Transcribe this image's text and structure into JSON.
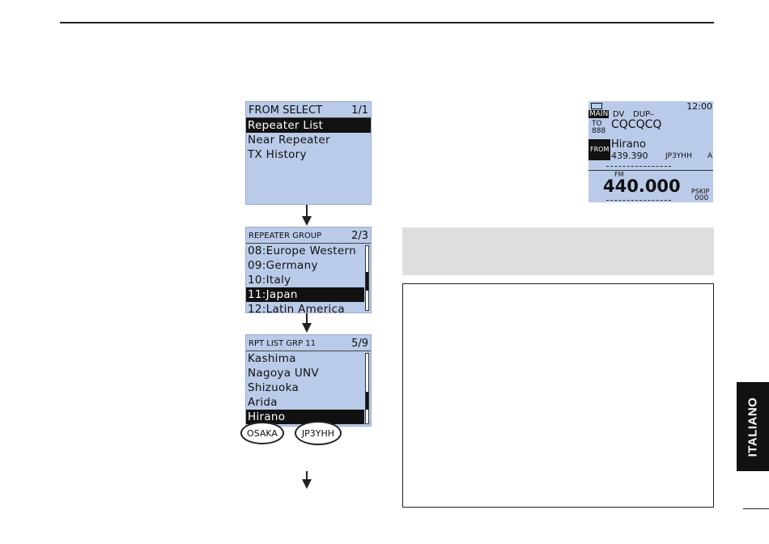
{
  "screen1": {
    "title": "FROM SELECT",
    "page": "1/1",
    "items": [
      "Repeater List",
      "Near Repeater",
      "TX History"
    ],
    "selected_index": 0
  },
  "screen2": {
    "title": "REPEATER GROUP",
    "page": "2/3",
    "items": [
      "08:Europe Western",
      "09:Germany",
      "10:Italy",
      "11:Japan",
      "12:Latin America"
    ],
    "selected_index": 3
  },
  "screen3": {
    "title": "RPT LIST GRP 11",
    "page": "5/9",
    "items": [
      "Kashima",
      "Nagoya UNV",
      "Shizuoka",
      "Arida",
      "Hirano"
    ],
    "selected_index": 4,
    "callouts": [
      "OSAKA",
      "JP3YHH"
    ]
  },
  "display": {
    "clock": "12:00",
    "main_label": "MAIN",
    "mode": "DV",
    "dup": "DUP–",
    "to_label": "TO",
    "to_value": "CQCQCQ",
    "from_label": "FROM",
    "from_name": "Hirano",
    "from_freq": "439.390",
    "from_call": "JP3YHH",
    "from_suffix": "A",
    "fm_label": "FM",
    "frequency": "440.000",
    "pskip_label": "PSKIP",
    "memory": "000"
  },
  "side_tab": {
    "label": "ITALIANO"
  }
}
